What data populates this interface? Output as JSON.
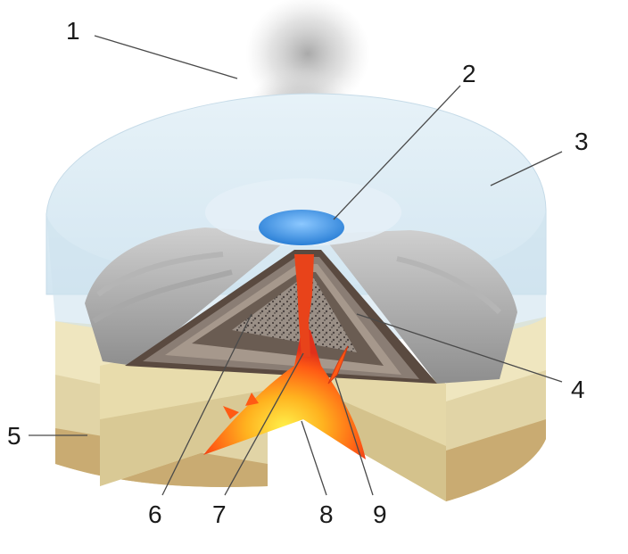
{
  "labels": [
    {
      "id": "1",
      "text": "1"
    },
    {
      "id": "2",
      "text": "2"
    },
    {
      "id": "3",
      "text": "3"
    },
    {
      "id": "4",
      "text": "4"
    },
    {
      "id": "5",
      "text": "5"
    },
    {
      "id": "6",
      "text": "6"
    },
    {
      "id": "7",
      "text": "7"
    },
    {
      "id": "8",
      "text": "8"
    },
    {
      "id": "9",
      "text": "9"
    }
  ],
  "colors": {
    "ice": "#dfeef7",
    "meltwater": "#3a8fe0",
    "sediment_light": "#efe6bf",
    "sediment_mid": "#ddd0a0",
    "sediment_dark": "#c4a46a",
    "lava_hot": "#ffe23a",
    "lava": "#ff7a1a",
    "lava_edge": "#e0301a",
    "ash": "#8a7d74",
    "steam": "#b8b8b8"
  }
}
